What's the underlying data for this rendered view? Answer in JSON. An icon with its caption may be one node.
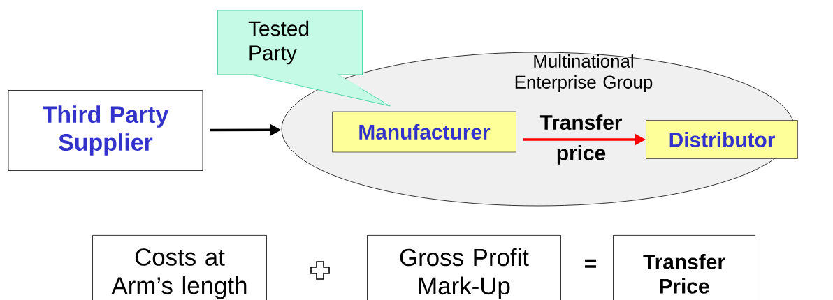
{
  "diagram": {
    "nodes": [
      {
        "text": [
          "Third Party Supplier"
        ]
      },
      {
        "text": [
          "Multinational Enterprise Group"
        ]
      },
      {
        "text": [
          "Manufacturer"
        ],
        "in": 1
      },
      {
        "text": [
          "Distributor"
        ],
        "in": 1
      },
      {
        "text": [
          "Tested Party"
        ]
      },
      {
        "text": [
          "Costs at Arm’s length"
        ]
      },
      {
        "text": [
          "Gross Profit Mark-Up"
        ]
      },
      {
        "text": [
          "Transfer Price"
        ]
      }
    ],
    "edges": [
      {
        "from": 0,
        "to": 1,
        "arrow": "to"
      },
      {
        "from": 2,
        "to": 3,
        "arrow": "to",
        "label": "Transfer price",
        "color": "#ff0000"
      }
    ],
    "labels": [
      "="
    ]
  }
}
